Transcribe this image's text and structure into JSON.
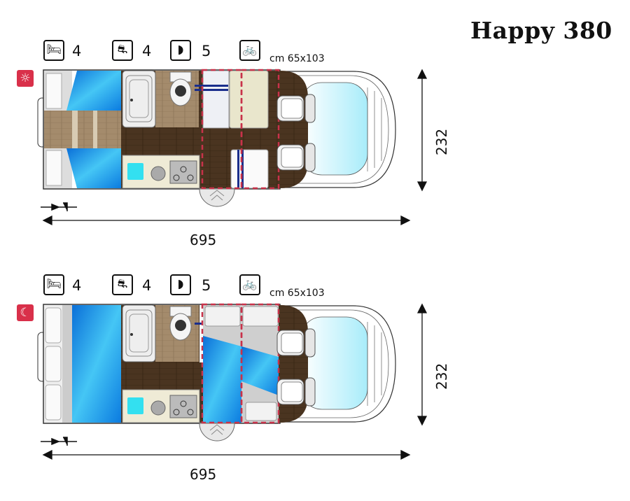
{
  "title": "Happy 380",
  "plans": [
    {
      "mode": "day",
      "mode_icon": "sun-icon",
      "beds": "4",
      "seats": "4",
      "dining": "5",
      "garage": "cm 65x103",
      "width_dim": "232",
      "length_dim": "695"
    },
    {
      "mode": "night",
      "mode_icon": "moon-icon",
      "beds": "4",
      "seats": "4",
      "dining": "5",
      "garage": "cm 65x103",
      "width_dim": "232",
      "length_dim": "695"
    }
  ],
  "colors": {
    "mode_badge": "#d9304a",
    "bed_blue": "#1a8fe6",
    "floor_dark": "#4a3420",
    "dashed_red": "#c8324a",
    "windscreen": "#bff0fb"
  }
}
